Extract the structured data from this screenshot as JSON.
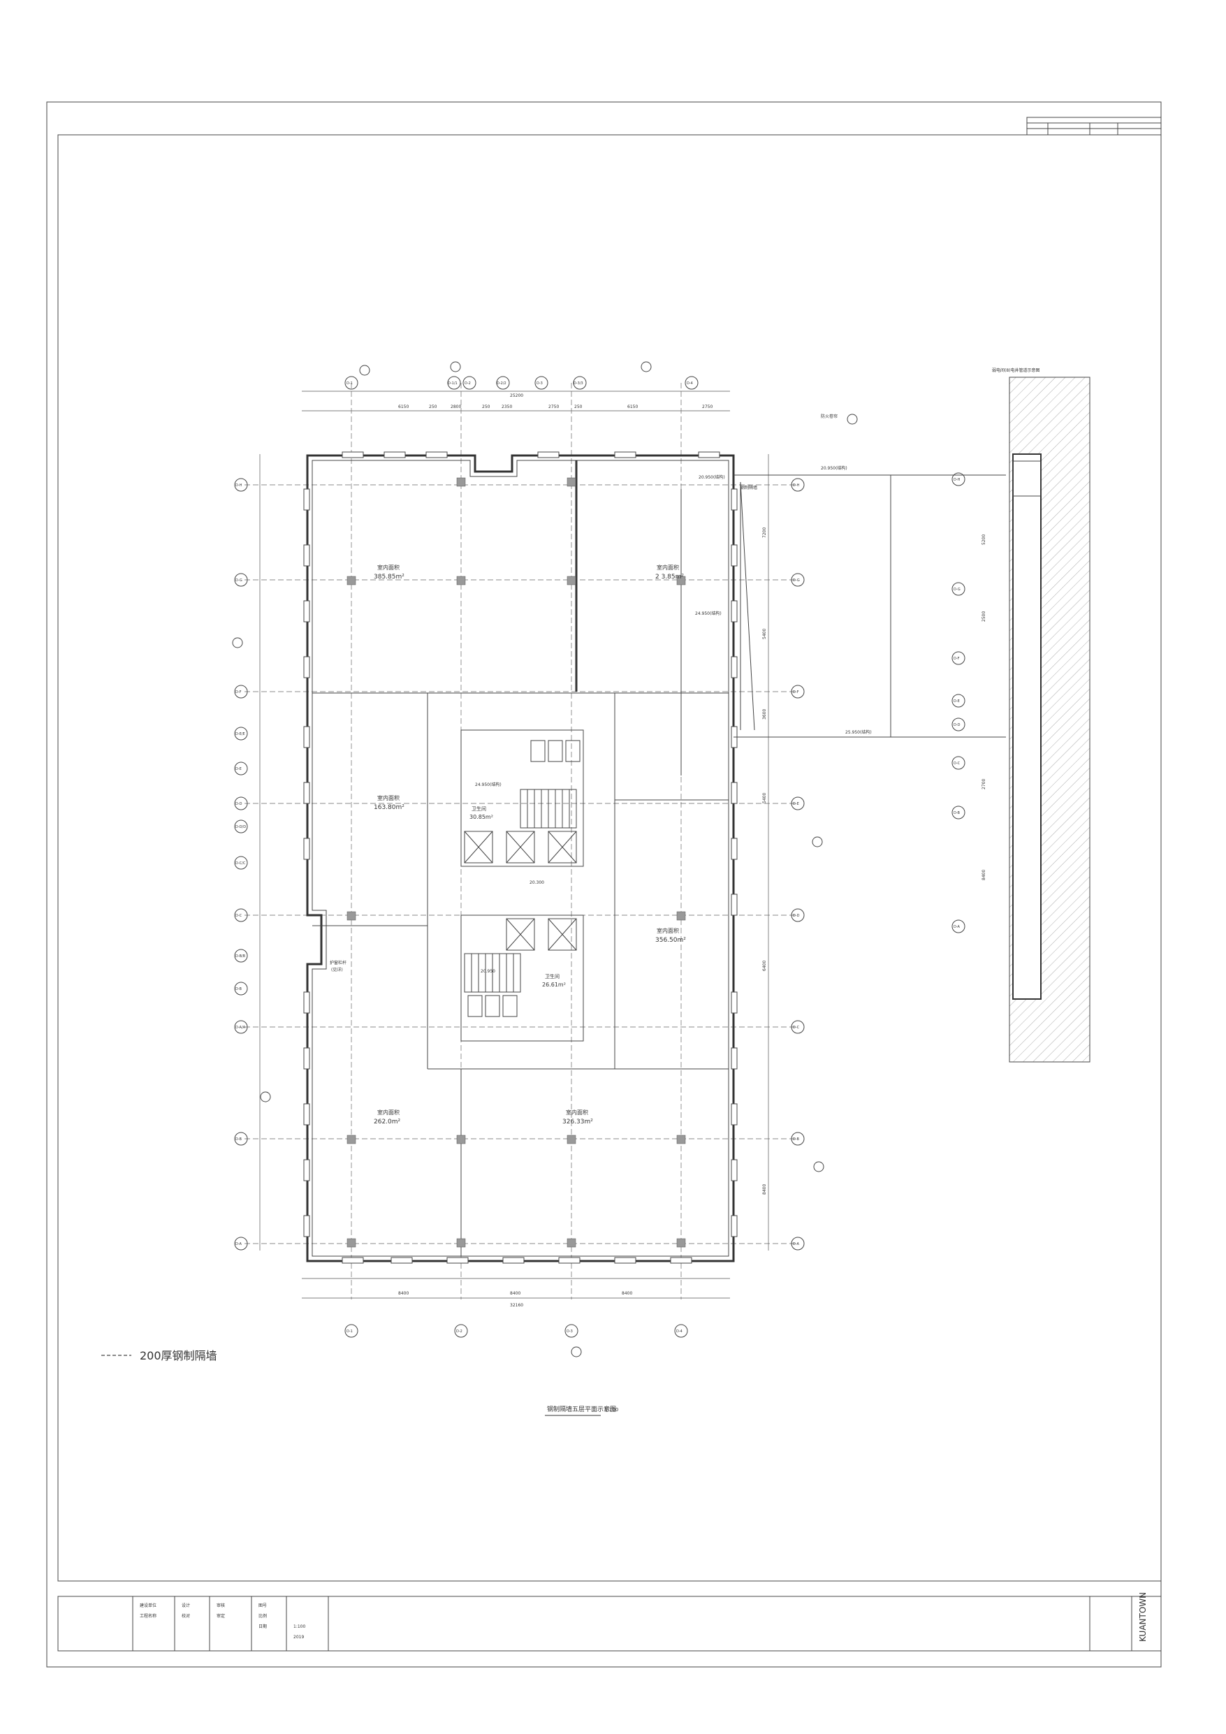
{
  "drawing": {
    "title": "钢制隔墙五层平面示意图",
    "scale": "1:100",
    "legend_label": "200厚钢制隔墙"
  },
  "grid": {
    "top_axes": [
      "D-1",
      "D-1/1",
      "D-2",
      "D-2/2",
      "D-3",
      "D-3/3",
      "D-4"
    ],
    "bottom_axes": [
      "D-1",
      "D-2",
      "D-3",
      "D-4"
    ],
    "left_axes": [
      "D-H",
      "D-G",
      "D-F",
      "D-E/E",
      "D-E",
      "D-D",
      "D-D/D",
      "D-C/C",
      "D-C",
      "D-B/B",
      "D-B",
      "D-A/A",
      "D-B",
      "D-A"
    ],
    "right_axes": [
      "D-H",
      "D-G",
      "D-F",
      "D-E",
      "D-D",
      "D-C",
      "D-B",
      "D-A"
    ],
    "annex_axes": [
      "D-H",
      "D-G",
      "D-F",
      "D-E",
      "D-D",
      "D-C",
      "D-B",
      "D-A"
    ]
  },
  "dimensions": {
    "top": [
      "6150",
      "250",
      "2800",
      "250",
      "2350",
      "2750",
      "250",
      "6150",
      "2750"
    ],
    "top_total": "25200",
    "bottom": [
      "8400",
      "8400",
      "8400"
    ],
    "bottom_total": "32160",
    "right": [
      "7200",
      "5400",
      "3600",
      "5400",
      "6400",
      "8400"
    ],
    "annex_right": [
      "5200",
      "2500",
      "2700",
      "8400"
    ]
  },
  "rooms": [
    {
      "name": "室内面积",
      "area": "385.85m²"
    },
    {
      "name": "室内面积",
      "area": "2 3.85m²"
    },
    {
      "name": "室内面积",
      "area": "163.80m²"
    },
    {
      "name": "室内面积",
      "area": "356.50m²"
    },
    {
      "name": "室内面积",
      "area": "262.0m²"
    },
    {
      "name": "室内面积",
      "area": "326.33m²"
    },
    {
      "name": "卫生间",
      "area": "30.85m²"
    },
    {
      "name": "卫生间",
      "area": "26.61m²"
    }
  ],
  "elevations": [
    "20.950(结构)",
    "24.950(结构)",
    "24.950(结构)",
    "20.300",
    "20.950",
    "20.950(结构)",
    "25.950(结构)"
  ],
  "annotations": {
    "notes": [
      "防火卷帘",
      "钢制隔墙",
      "护窗栏杆",
      "(见详)"
    ],
    "annex_title": "弱电间(8)电井管道示意图"
  },
  "title_block": {
    "company": "KUANTOWN",
    "fields": [
      "建设单位",
      "工程名称",
      "设计",
      "校对",
      "审核",
      "审定",
      "图号",
      "比例",
      "日期"
    ],
    "values": [
      "1:100",
      "2019"
    ]
  }
}
